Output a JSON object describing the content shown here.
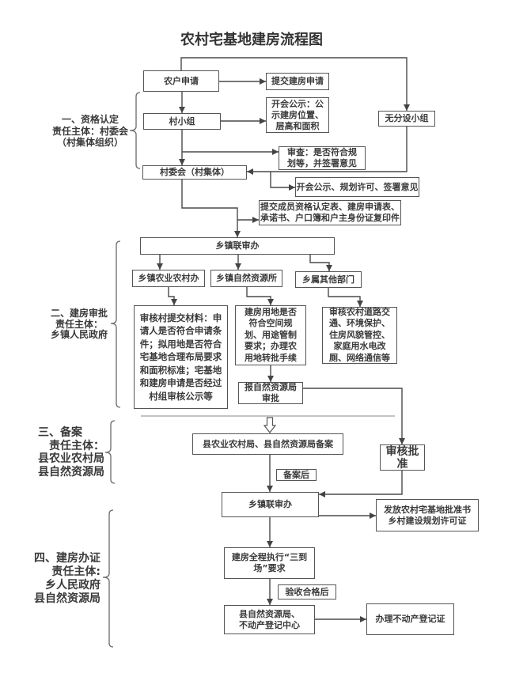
{
  "title": "农村宅基地建房流程图",
  "sections": [
    {
      "lines": [
        "一、资格认定",
        "责任主体：村委会",
        "（村集体组织）"
      ]
    },
    {
      "lines": [
        "二、建房审批",
        "责任主体：",
        "乡镇人民政府"
      ]
    },
    {
      "lines": [
        "三、备案",
        "责任主体：",
        "县农业农村局",
        "县自然资源局"
      ]
    },
    {
      "lines": [
        "四、建房办证",
        "责任主体:",
        "乡人民政府",
        "县自然资源局"
      ]
    }
  ],
  "nodes": {
    "farmer_application": [
      "农户申请"
    ],
    "submit_application": [
      "提交建房申请"
    ],
    "public_notice": [
      "开会公示：公",
      "示建房位置、",
      "层高和面积"
    ],
    "village_group": [
      "村小组"
    ],
    "no_subgroup": [
      "无分设小组"
    ],
    "review_planning": [
      "审查：是否符合规",
      "划等，并签署意见"
    ],
    "village_committee": [
      "村委会（村集体）"
    ],
    "committee_notice": [
      "开会公示、规划许可、签署意见"
    ],
    "submit_documents": [
      "提交成员资格认定表、建房申请表、",
      "承诺书、户口簿和户主身份证复印件"
    ],
    "township_joint_review": [
      "乡镇联审办"
    ],
    "township_agri_office": [
      "乡镇农业农村办"
    ],
    "township_resources_office": [
      "乡镇自然资源所"
    ],
    "other_departments": [
      "乡属其他部门"
    ],
    "review_materials": [
      "审核村提交材料：申",
      "请人是否符合申请条",
      "件；拟用地是否符合",
      "宅基地合理布局要求",
      "和面积标准；宅基地",
      "和建房申请是否经过",
      "村组审核公示等"
    ],
    "land_use_review": [
      "建房用地是否",
      "符合空间规",
      "划、用途管制",
      "要求；办理农",
      "用地转批手续"
    ],
    "infrastructure_review": [
      "审核农村道路交",
      "通、环境保护、",
      "住房风貌管控、",
      "家庭用水电改",
      "厕、网络通信等"
    ],
    "report_resources_bureau": [
      "报自然资源局",
      "审批"
    ],
    "county_filing": [
      "县农业农村局、县自然资源局备案"
    ],
    "approval": [
      "审核批",
      "准"
    ],
    "after_filing": [
      "备案后"
    ],
    "township_joint_review_2": [
      "乡镇联审办"
    ],
    "issue_permits": [
      "发放农村宅基地批准书",
      "乡村建设规划许可证"
    ],
    "three_on_site": [
      "建房全程执行“三到",
      "场”要求"
    ],
    "after_acceptance": [
      "验收合格后"
    ],
    "county_registration_center": [
      "县自然资源局、",
      "不动产登记中心"
    ],
    "real_estate_certificate": [
      "办理不动产登记证"
    ]
  }
}
